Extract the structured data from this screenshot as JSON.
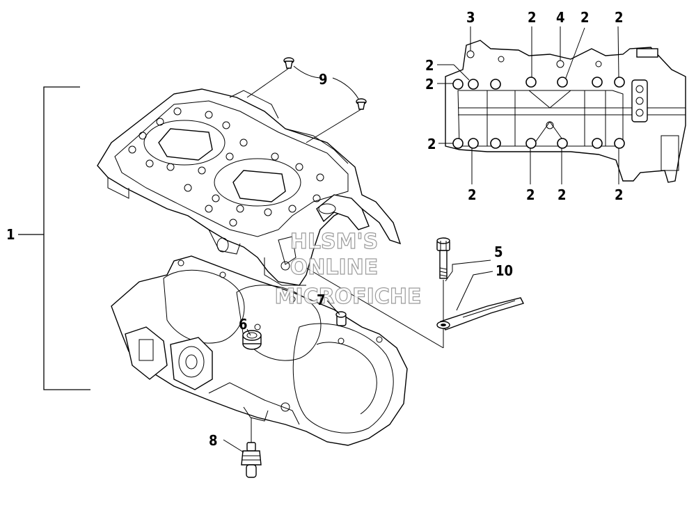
{
  "callouts": {
    "c1": "1",
    "c2": "2",
    "c3": "3",
    "c4": "4",
    "c5": "5",
    "c6": "6",
    "c7": "7",
    "c8": "8",
    "c9": "9",
    "c10": "10"
  },
  "watermark": {
    "line1": "HLSM'S",
    "line2": "ONLINE",
    "line3": "MICROFICHE"
  }
}
